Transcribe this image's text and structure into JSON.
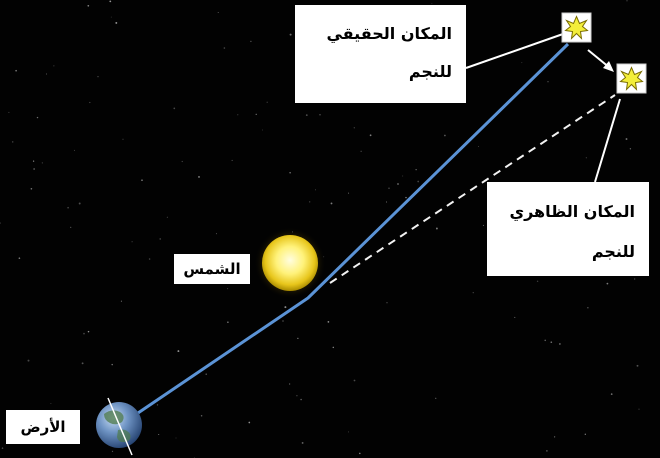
{
  "labels": {
    "true_position": {
      "line1": "المكان الحقيقي",
      "line2": "للنجم"
    },
    "apparent_position": {
      "line1": "المكان الظاهري",
      "line2": "للنجم"
    },
    "sun": "الشمس",
    "earth": "الأرض"
  },
  "colors": {
    "background": "#020202",
    "light_path": "#5b93d6",
    "apparent_path": "#f2f2f2",
    "sun_core": "#fff27a",
    "sun_edge": "#d6b400",
    "star": "#f3ee3a",
    "label_background": "#ffffff"
  },
  "icons": {
    "true_star": "star-burst-icon",
    "apparent_star": "star-burst-icon",
    "sun": "sun-icon",
    "earth": "globe-icon"
  }
}
